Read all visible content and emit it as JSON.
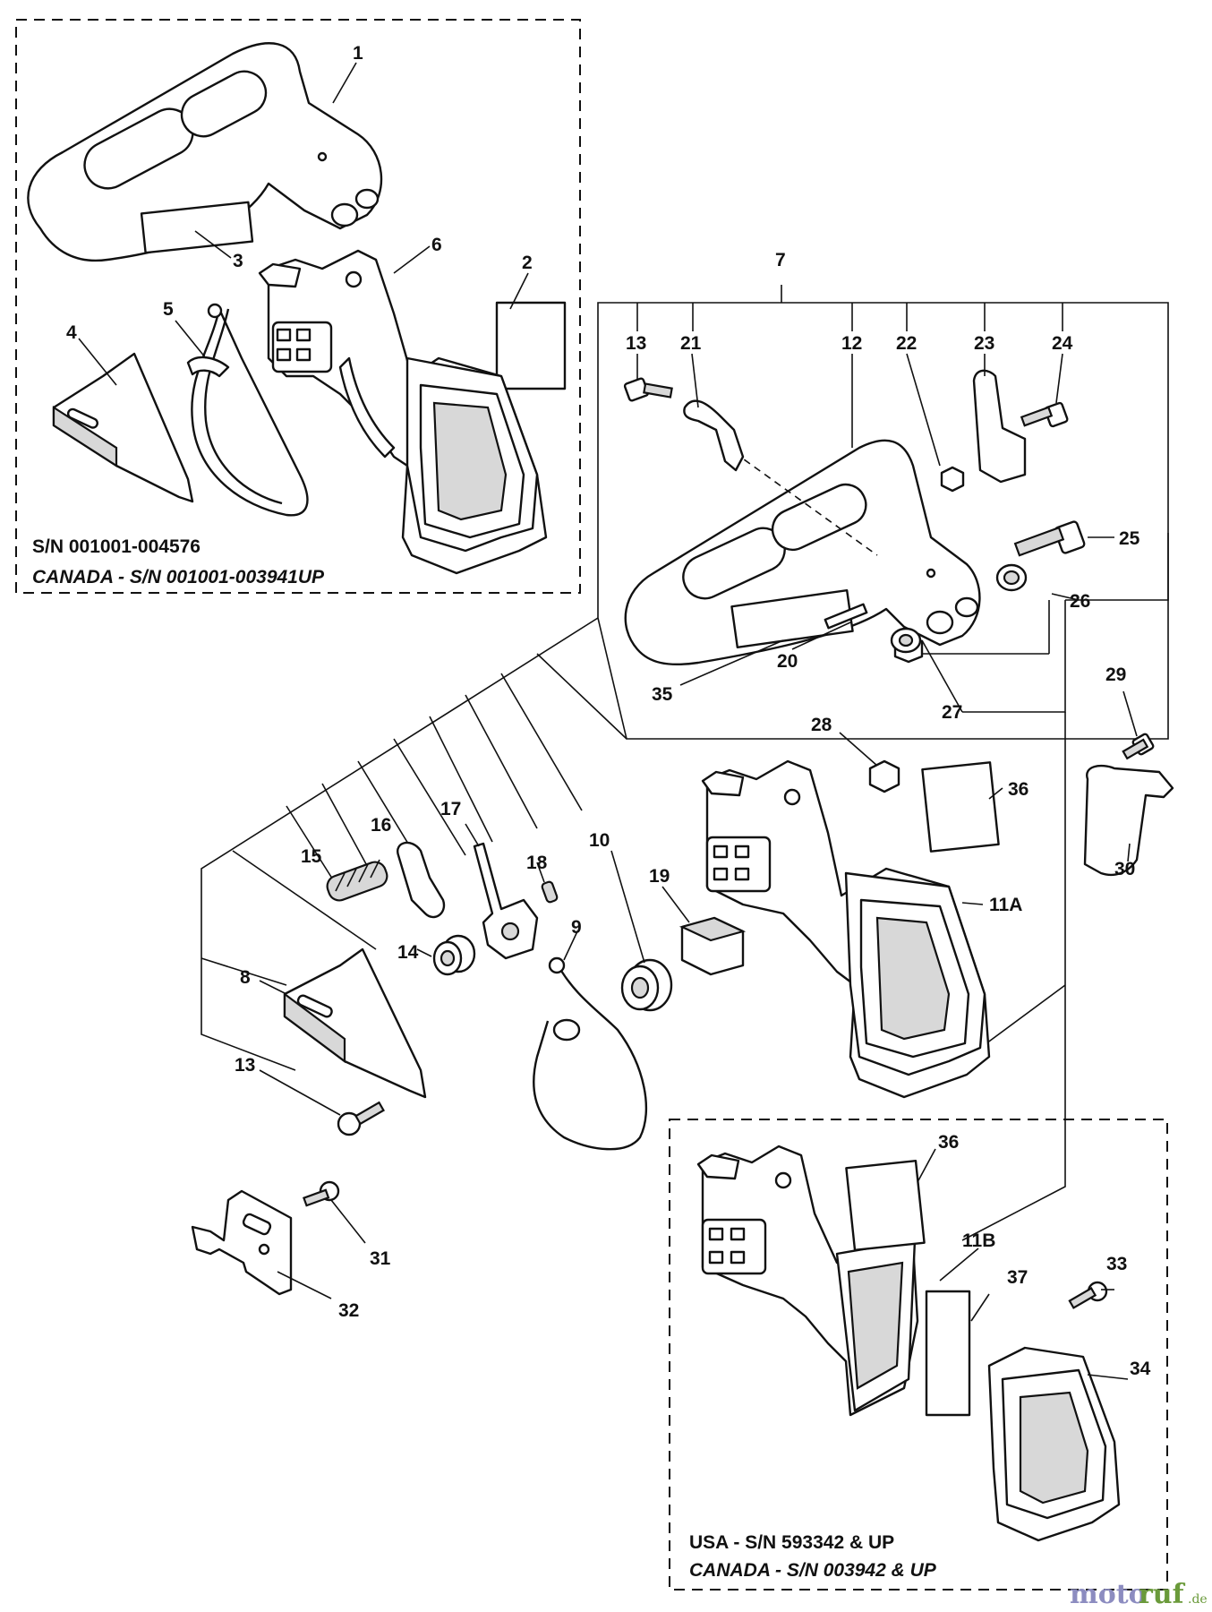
{
  "labels": {
    "p1": "1",
    "p2": "2",
    "p3": "3",
    "p4": "4",
    "p5": "5",
    "p6": "6",
    "p7": "7",
    "p8": "8",
    "p9": "9",
    "p10": "10",
    "p11a": "11A",
    "p11b": "11B",
    "p12": "12",
    "p13a": "13",
    "p13b": "13",
    "p14": "14",
    "p15": "15",
    "p16": "16",
    "p17": "17",
    "p18": "18",
    "p19": "19",
    "p20": "20",
    "p21": "21",
    "p22": "22",
    "p23": "23",
    "p24": "24",
    "p25": "25",
    "p26": "26",
    "p27": "27",
    "p28": "28",
    "p29": "29",
    "p30": "30",
    "p31": "31",
    "p32": "32",
    "p33": "33",
    "p34": "34",
    "p35": "35",
    "p36a": "36",
    "p36b": "36",
    "p37": "37"
  },
  "notes": {
    "box1_line1": "S/N 001001-004576",
    "box1_line2": "CANADA - S/N 001001-003941UP",
    "box2_line1": "USA - S/N 593342 & UP",
    "box2_line2": "CANADA - S/N 003942 & UP"
  },
  "watermark": {
    "brand_a": "moto",
    "brand_b": "ruf",
    "suffix": ".de"
  }
}
